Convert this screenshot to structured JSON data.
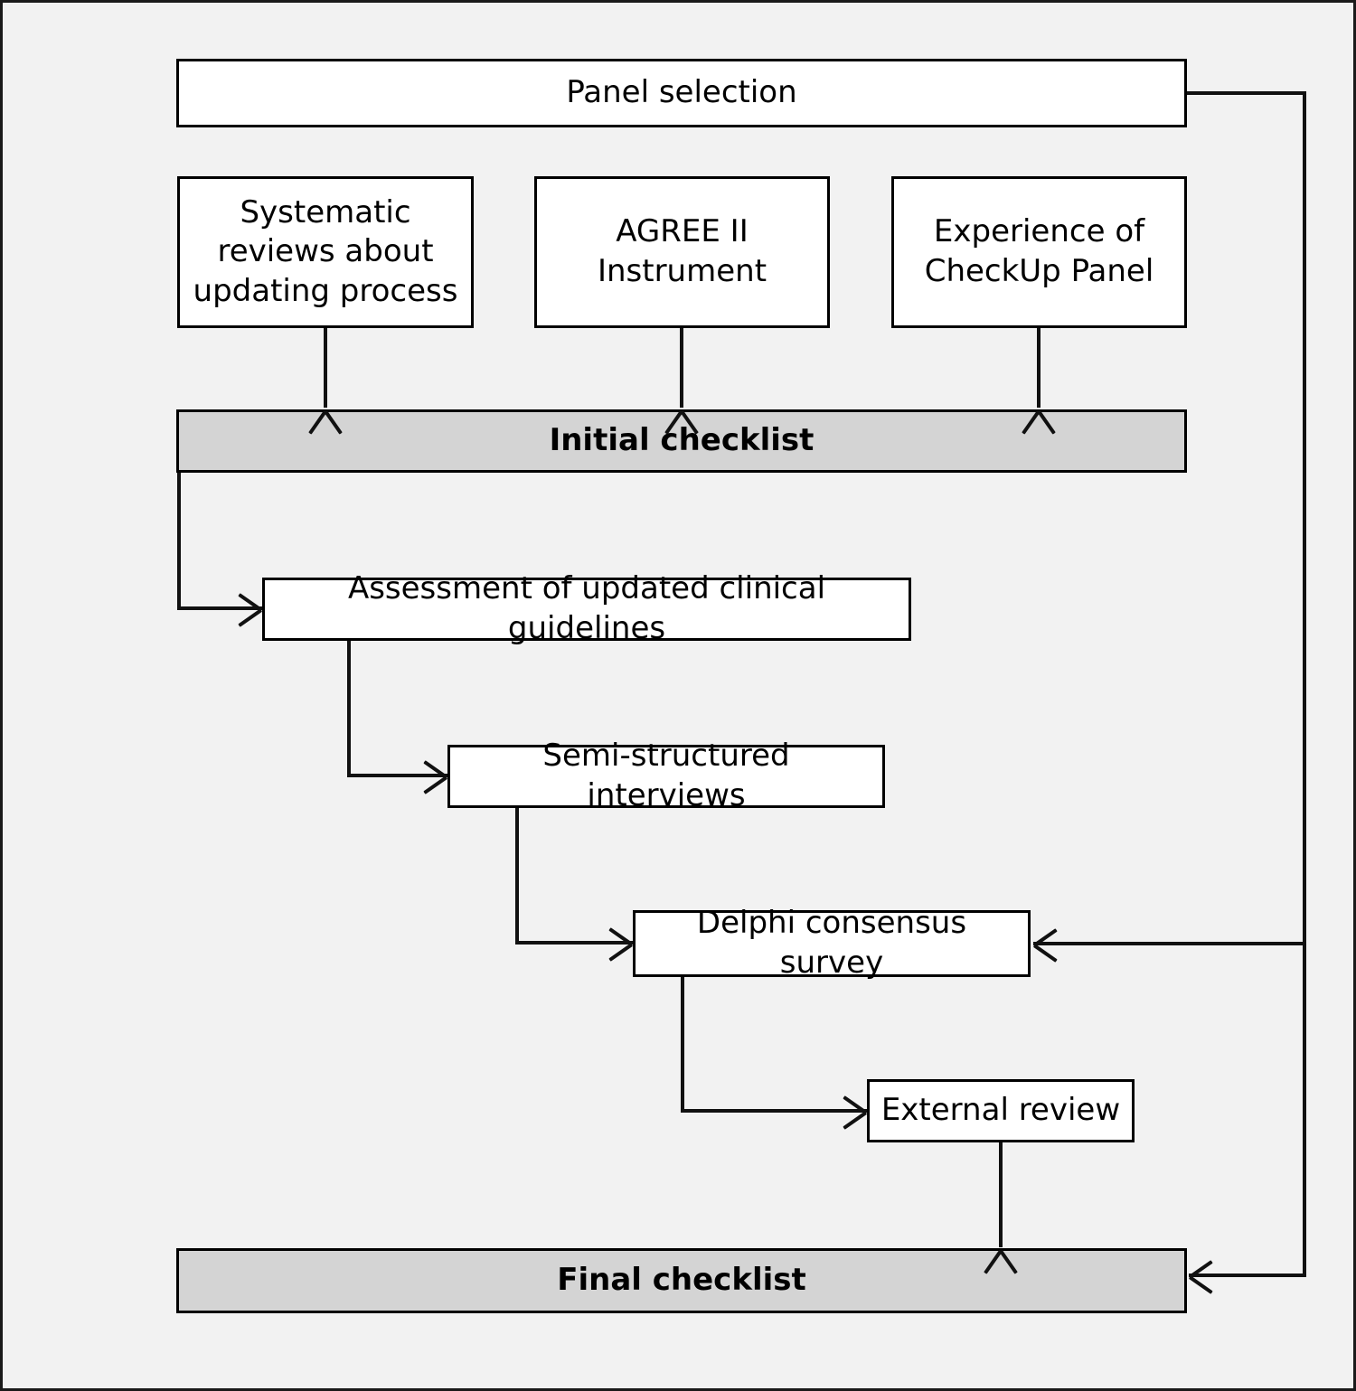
{
  "figure": {
    "background_color": "#f2f2f2",
    "border_color": "#1a1a1a",
    "box_fill": "#ffffff",
    "shaded_fill": "#d4d4d4",
    "line_color": "#111111"
  },
  "nodes": {
    "panel_selection": "Panel selection",
    "systematic_reviews": "Systematic\nreviews about\nupdating process",
    "agree_ii": "AGREE II\nInstrument",
    "checkup_experience": "Experience of\nCheckUp Panel",
    "initial_checklist": "Initial checklist",
    "assessment": "Assessment of updated clinical guidelines",
    "interviews": "Semi-structured interviews",
    "delphi": "Delphi consensus survey",
    "external_review": "External review",
    "final_checklist": "Final checklist"
  },
  "flow": {
    "edges": [
      {
        "from": "systematic_reviews",
        "to": "initial_checklist"
      },
      {
        "from": "agree_ii",
        "to": "initial_checklist"
      },
      {
        "from": "checkup_experience",
        "to": "initial_checklist"
      },
      {
        "from": "initial_checklist",
        "to": "assessment"
      },
      {
        "from": "assessment",
        "to": "interviews"
      },
      {
        "from": "interviews",
        "to": "delphi"
      },
      {
        "from": "panel_selection",
        "to": "delphi"
      },
      {
        "from": "delphi",
        "to": "external_review"
      },
      {
        "from": "external_review",
        "to": "final_checklist"
      },
      {
        "from": "panel_selection",
        "to": "final_checklist"
      }
    ]
  }
}
